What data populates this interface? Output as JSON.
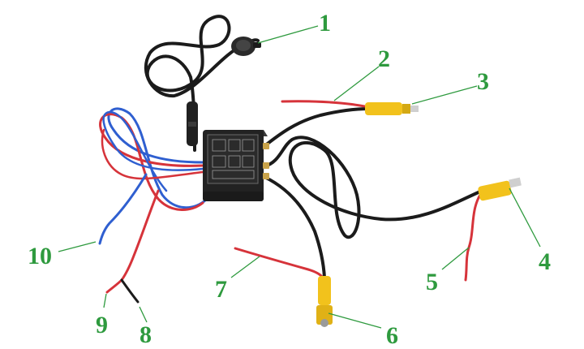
{
  "colors": {
    "label_green": "#2e9a3e",
    "box_body": "#222222",
    "cable_black": "#1b1b1b",
    "wire_red": "#d6333a",
    "wire_blue": "#2f5fd0",
    "rca_yellow": "#f2c21c",
    "connector_gold": "#c9a34a"
  },
  "callouts": [
    {
      "id": "1",
      "text": "1"
    },
    {
      "id": "2",
      "text": "2"
    },
    {
      "id": "3",
      "text": "3"
    },
    {
      "id": "4",
      "text": "4"
    },
    {
      "id": "5",
      "text": "5"
    },
    {
      "id": "6",
      "text": "6"
    },
    {
      "id": "7",
      "text": "7"
    },
    {
      "id": "8",
      "text": "8"
    },
    {
      "id": "9",
      "text": "9"
    },
    {
      "id": "10",
      "text": "10"
    }
  ]
}
